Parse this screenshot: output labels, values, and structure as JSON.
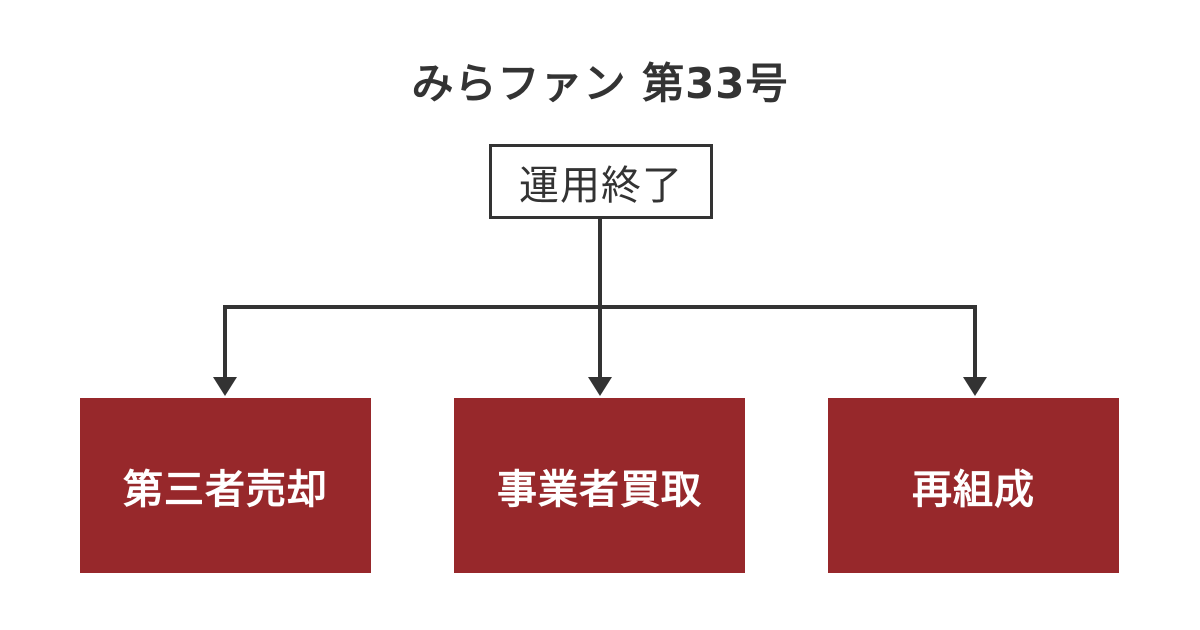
{
  "diagram": {
    "title": "みらファン 第33号",
    "root": {
      "label": "運用終了"
    },
    "branches": [
      {
        "label": "第三者売却"
      },
      {
        "label": "事業者買取"
      },
      {
        "label": "再組成"
      }
    ]
  },
  "colors": {
    "background": "#ffffff",
    "line": "#333333",
    "title_text": "#333333",
    "root_box_border": "#333333",
    "root_box_text": "#333333",
    "branch_box_fill": "#97282b",
    "branch_box_text": "#ffffff"
  }
}
